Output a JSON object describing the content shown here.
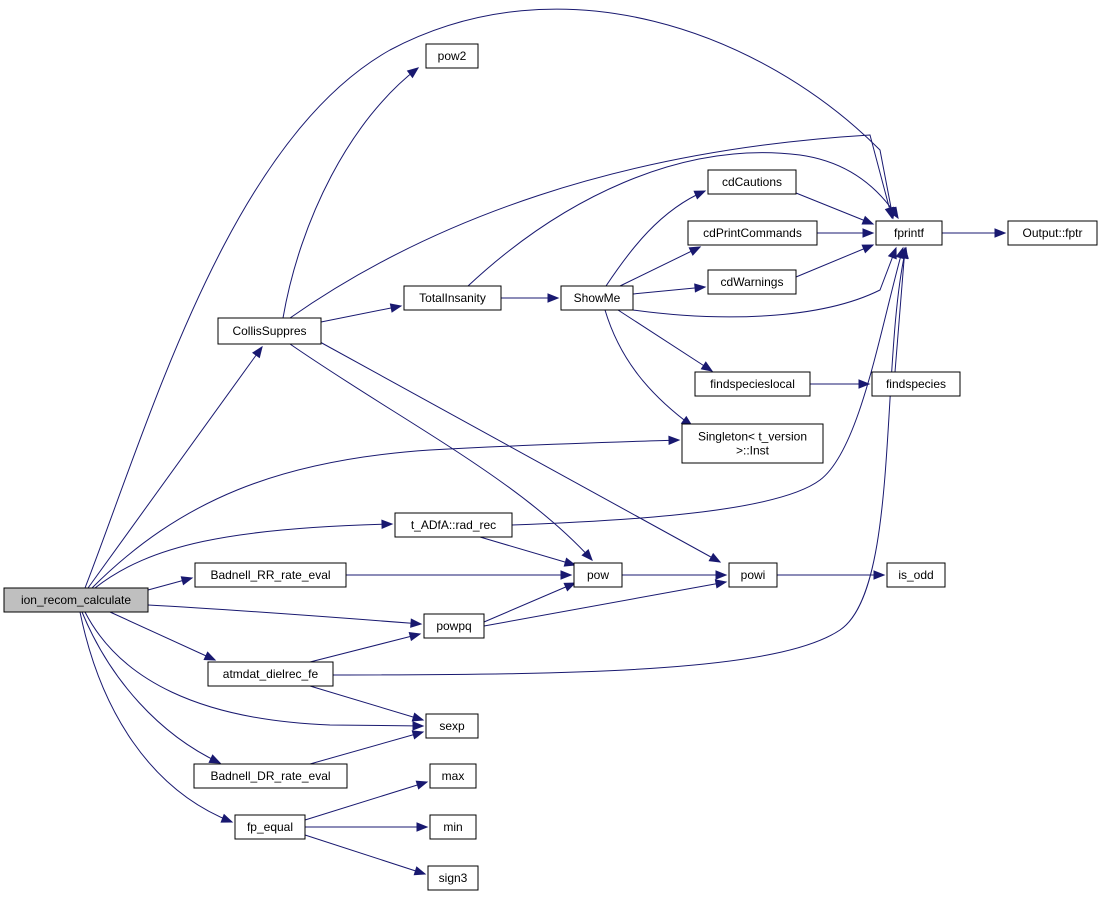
{
  "root": "ion_recom_calculate",
  "colors": {
    "edge": "#191970",
    "node_border": "#000000",
    "root_fill": "#bfbfbf",
    "node_fill": "#ffffff"
  },
  "nodes": [
    {
      "id": "ion_recom_calculate",
      "label": "ion_recom_calculate"
    },
    {
      "id": "fprintf",
      "label": "fprintf"
    },
    {
      "id": "Output_fptr",
      "label": "Output::fptr"
    },
    {
      "id": "pow2",
      "label": "pow2"
    },
    {
      "id": "cdCautions",
      "label": "cdCautions"
    },
    {
      "id": "cdPrintCommands",
      "label": "cdPrintCommands"
    },
    {
      "id": "cdWarnings",
      "label": "cdWarnings"
    },
    {
      "id": "TotalInsanity",
      "label": "TotalInsanity"
    },
    {
      "id": "ShowMe",
      "label": "ShowMe"
    },
    {
      "id": "CollisSuppres",
      "label": "CollisSuppres"
    },
    {
      "id": "findspecieslocal",
      "label": "findspecieslocal"
    },
    {
      "id": "findspecies",
      "label": "findspecies"
    },
    {
      "id": "Singleton",
      "label": "Singleton< t_version\n>::Inst"
    },
    {
      "id": "t_ADfA_rad_rec",
      "label": "t_ADfA::rad_rec"
    },
    {
      "id": "Badnell_RR_rate_eval",
      "label": "Badnell_RR_rate_eval"
    },
    {
      "id": "pow",
      "label": "pow"
    },
    {
      "id": "powi",
      "label": "powi"
    },
    {
      "id": "is_odd",
      "label": "is_odd"
    },
    {
      "id": "powpq",
      "label": "powpq"
    },
    {
      "id": "atmdat_dielrec_fe",
      "label": "atmdat_dielrec_fe"
    },
    {
      "id": "sexp",
      "label": "sexp"
    },
    {
      "id": "Badnell_DR_rate_eval",
      "label": "Badnell_DR_rate_eval"
    },
    {
      "id": "max",
      "label": "max"
    },
    {
      "id": "fp_equal",
      "label": "fp_equal"
    },
    {
      "id": "min",
      "label": "min"
    },
    {
      "id": "sign3",
      "label": "sign3"
    }
  ],
  "edges": [
    {
      "from": "ion_recom_calculate",
      "to": "fprintf"
    },
    {
      "from": "ion_recom_calculate",
      "to": "CollisSuppres"
    },
    {
      "from": "ion_recom_calculate",
      "to": "Singleton"
    },
    {
      "from": "ion_recom_calculate",
      "to": "t_ADfA_rad_rec"
    },
    {
      "from": "ion_recom_calculate",
      "to": "Badnell_RR_rate_eval"
    },
    {
      "from": "ion_recom_calculate",
      "to": "powpq"
    },
    {
      "from": "ion_recom_calculate",
      "to": "atmdat_dielrec_fe"
    },
    {
      "from": "ion_recom_calculate",
      "to": "sexp"
    },
    {
      "from": "ion_recom_calculate",
      "to": "Badnell_DR_rate_eval"
    },
    {
      "from": "ion_recom_calculate",
      "to": "fp_equal"
    },
    {
      "from": "CollisSuppres",
      "to": "pow2"
    },
    {
      "from": "CollisSuppres",
      "to": "fprintf"
    },
    {
      "from": "CollisSuppres",
      "to": "TotalInsanity"
    },
    {
      "from": "CollisSuppres",
      "to": "pow"
    },
    {
      "from": "CollisSuppres",
      "to": "powi"
    },
    {
      "from": "TotalInsanity",
      "to": "fprintf"
    },
    {
      "from": "TotalInsanity",
      "to": "ShowMe"
    },
    {
      "from": "ShowMe",
      "to": "cdCautions"
    },
    {
      "from": "ShowMe",
      "to": "cdPrintCommands"
    },
    {
      "from": "ShowMe",
      "to": "cdWarnings"
    },
    {
      "from": "ShowMe",
      "to": "fprintf"
    },
    {
      "from": "ShowMe",
      "to": "findspecieslocal"
    },
    {
      "from": "ShowMe",
      "to": "Singleton"
    },
    {
      "from": "cdCautions",
      "to": "fprintf"
    },
    {
      "from": "cdPrintCommands",
      "to": "fprintf"
    },
    {
      "from": "cdWarnings",
      "to": "fprintf"
    },
    {
      "from": "fprintf",
      "to": "Output_fptr"
    },
    {
      "from": "findspecieslocal",
      "to": "findspecies"
    },
    {
      "from": "findspecies",
      "to": "fprintf"
    },
    {
      "from": "t_ADfA_rad_rec",
      "to": "fprintf"
    },
    {
      "from": "t_ADfA_rad_rec",
      "to": "pow"
    },
    {
      "from": "Badnell_RR_rate_eval",
      "to": "pow"
    },
    {
      "from": "pow",
      "to": "powi"
    },
    {
      "from": "powi",
      "to": "is_odd"
    },
    {
      "from": "powpq",
      "to": "pow"
    },
    {
      "from": "powpq",
      "to": "powi"
    },
    {
      "from": "atmdat_dielrec_fe",
      "to": "powpq"
    },
    {
      "from": "atmdat_dielrec_fe",
      "to": "fprintf"
    },
    {
      "from": "atmdat_dielrec_fe",
      "to": "sexp"
    },
    {
      "from": "Badnell_DR_rate_eval",
      "to": "sexp"
    },
    {
      "from": "fp_equal",
      "to": "max"
    },
    {
      "from": "fp_equal",
      "to": "min"
    },
    {
      "from": "fp_equal",
      "to": "sign3"
    }
  ]
}
